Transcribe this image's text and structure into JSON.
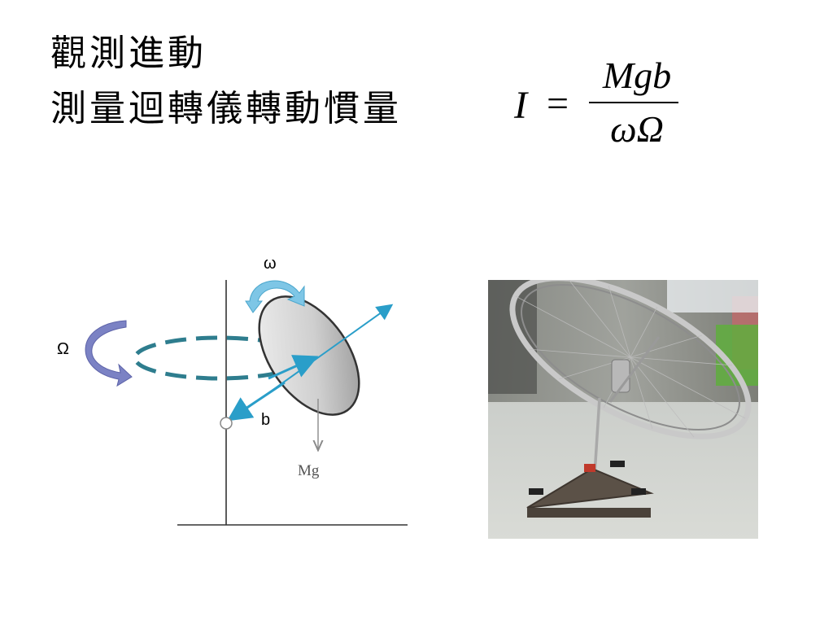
{
  "slide": {
    "title_lines": [
      "觀測進動",
      "測量迴轉儀轉動慣量"
    ],
    "formula": {
      "lhs": "I",
      "equals": "=",
      "numerator": "Mgb",
      "denominator": "ωΩ"
    }
  },
  "diagram": {
    "labels": {
      "omega_small": "ω",
      "omega_big": "Ω",
      "b": "b",
      "Mg": "Mg"
    }
  },
  "colors": {
    "orbit": "#2e7d8e",
    "arrow": "#2a9ec9",
    "precession_arrow": "#7b82c4",
    "spin_arrow": "#7ec6e6"
  }
}
